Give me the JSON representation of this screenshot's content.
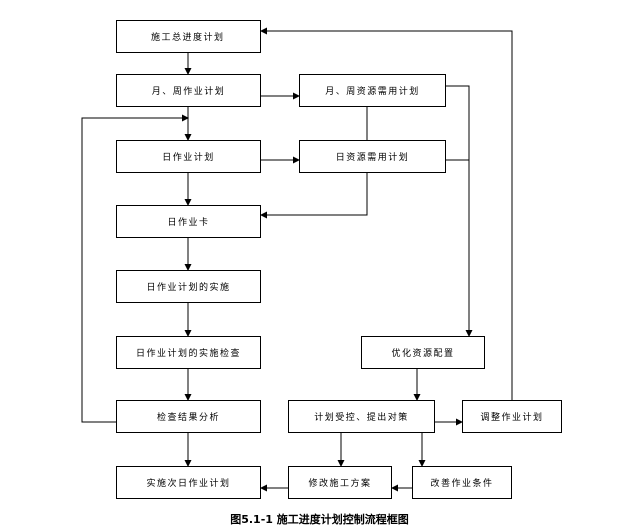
{
  "diagram": {
    "nodes": {
      "master_schedule": "施工总进度计划",
      "monthly_weekly_plan": "月、周作业计划",
      "monthly_weekly_resource_plan": "月、周资源需用计划",
      "daily_work_plan": "日作业计划",
      "daily_resource_plan": "日资源需用计划",
      "daily_work_card": "日作业卡",
      "daily_plan_implementation": "日作业计划的实施",
      "daily_plan_inspection": "日作业计划的实施检查",
      "optimize_resources": "优化资源配置",
      "result_analysis": "检查结果分析",
      "plan_revision": "计划受控、提出对策",
      "adjust_work_plan": "调整作业计划",
      "next_day_plan": "实施次日作业计划",
      "modify_construction_scheme": "修改施工方案",
      "improve_work_conditions": "改善作业条件"
    },
    "caption": "图5.1-1  施工进度计划控制流程框图"
  },
  "colors": {
    "line": "#000000",
    "background": "#ffffff"
  }
}
